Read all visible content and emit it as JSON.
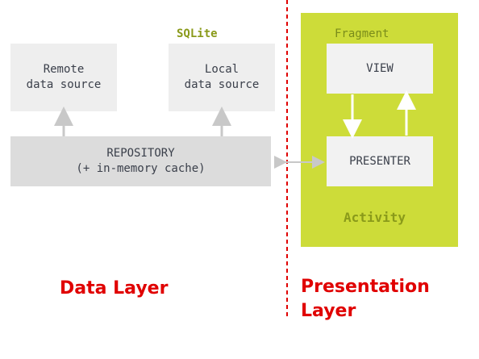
{
  "data_layer": {
    "sqlite_label": "SQLite",
    "remote_box": "Remote\ndata source",
    "local_box": "Local\ndata source",
    "repository_box": "REPOSITORY\n(+ in-memory cache)",
    "layer_title": "Data Layer"
  },
  "presentation_layer": {
    "fragment_label": "Fragment",
    "view_box": "VIEW",
    "presenter_box": "PRESENTER",
    "activity_label": "Activity",
    "layer_title": "Presentation\nLayer"
  },
  "colors": {
    "activity_fill": "#cddc39",
    "fragment_text": "#7a8c1a",
    "sqlite_text": "#8a9a1a",
    "layer_title": "#e00000",
    "divider": "#e00000",
    "arrow_gray": "#c8c8c8",
    "arrow_white": "#ffffff"
  }
}
